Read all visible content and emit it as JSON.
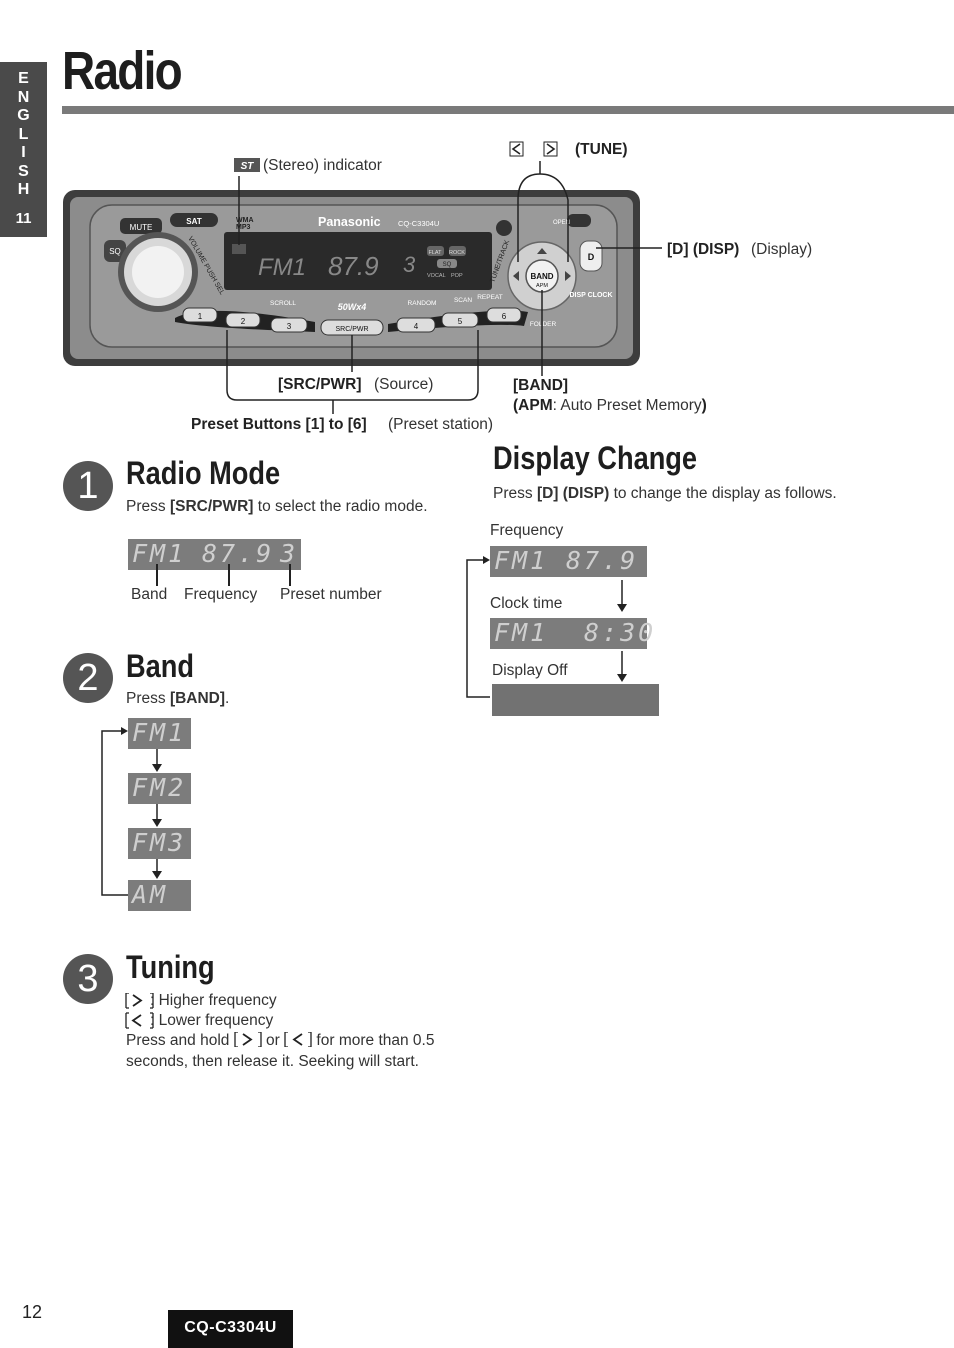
{
  "side_tab": {
    "letters": [
      "E",
      "N",
      "G",
      "L",
      "I",
      "S",
      "H"
    ],
    "page": "11"
  },
  "title": "Radio",
  "diagram": {
    "stereo_badge": "ST",
    "stereo_label": "(Stereo) indicator",
    "tune_label": "(TUNE)",
    "disp_key": "[D] (DISP)",
    "disp_desc": "(Display)",
    "src_key": "[SRC/PWR]",
    "src_desc": "(Source)",
    "band_key": "[BAND]",
    "apm_open": "(",
    "apm_key": "APM",
    "apm_desc": ": Auto Preset Memory",
    "apm_close": ")",
    "preset_key": "Preset Buttons [1] to [6]",
    "preset_desc": "(Preset station)",
    "device": {
      "brand": "Panasonic",
      "model": "CQ-C3304U",
      "mute": "MUTE",
      "sq": "SQ",
      "sat": "SAT",
      "wma": "WMA",
      "mp3": "MP3",
      "lcd_band": "FM1",
      "lcd_freq": "87.9",
      "lcd_preset": "3",
      "volume": "VOLUME PUSH SEL",
      "flat": "FLAT",
      "rock": "ROCK",
      "sq_badge": "SQ",
      "vocal": "VOCAL",
      "pop": "POP",
      "tune_track": "TUNE/TRACK",
      "band": "BAND",
      "apm": "APM",
      "d": "D",
      "disp_clock": "DISP CLOCK",
      "folder": "FOLDER",
      "open": "OPEN",
      "scroll": "SCROLL",
      "power": "50Wx4",
      "random": "RANDOM",
      "scan": "SCAN",
      "repeat": "REPEAT",
      "src_pwr": "SRC/PWR",
      "presets": [
        "1",
        "2",
        "3",
        "4",
        "5",
        "6"
      ]
    }
  },
  "radio_mode": {
    "number": "1",
    "title": "Radio Mode",
    "press": "Press ",
    "key": "[SRC/PWR]",
    "rest": " to select the radio mode.",
    "lcd": {
      "band": "FM1",
      "freq": "87.9",
      "preset": "3"
    },
    "labels": {
      "band": "Band",
      "frequency": "Frequency",
      "preset": "Preset number"
    }
  },
  "band": {
    "number": "2",
    "title": "Band",
    "press": "Press ",
    "key": "[BAND]",
    "end": ".",
    "steps": [
      "FM1",
      "FM2",
      "FM3",
      "AM"
    ]
  },
  "tuning": {
    "number": "3",
    "title": "Tuning",
    "higher": ": Higher frequency",
    "lower": ": Lower frequency",
    "hold_a": "Press and hold ",
    "hold_or": " or ",
    "hold_b": " for more than 0.5",
    "hold_c": "seconds, then release it. Seeking will start."
  },
  "display_change": {
    "title": "Display Change",
    "press": "Press ",
    "key": "[D] (DISP)",
    "rest": " to change the display as follows.",
    "freq_label": "Frequency",
    "freq_lcd": {
      "band": "FM1",
      "value": "87.9"
    },
    "clock_label": "Clock time",
    "clock_lcd": {
      "band": "FM1",
      "value": "8:30"
    },
    "off_label": "Display Off"
  },
  "footer": {
    "page_number": "12",
    "model": "CQ-C3304U"
  }
}
